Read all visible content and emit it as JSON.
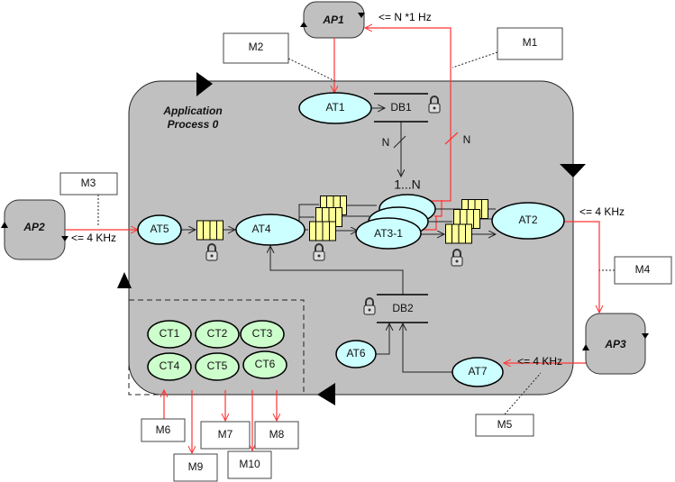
{
  "colors": {
    "container": "#c0c0c0",
    "agent": "#ccffff",
    "child": "#ccffcc",
    "queue": "#ffff99",
    "message_line": "#ff3333"
  },
  "main": {
    "title_line1": "Application",
    "title_line2": "Process 0"
  },
  "processes": {
    "ap1": "AP1",
    "ap2": "AP2",
    "ap3": "AP3"
  },
  "agents": {
    "at1": "AT1",
    "at2": "AT2",
    "at3": "AT3-1",
    "at4": "AT4",
    "at5": "AT5",
    "at6": "AT6",
    "at7": "AT7"
  },
  "databases": {
    "db1": "DB1",
    "db2": "DB2"
  },
  "children": [
    "CT1",
    "CT2",
    "CT3",
    "CT4",
    "CT5",
    "CT6"
  ],
  "messages": {
    "m1": "M1",
    "m2": "M2",
    "m3": "M3",
    "m4": "M4",
    "m5": "M5",
    "m6": "M6",
    "m7": "M7",
    "m8": "M8",
    "m9": "M9",
    "m10": "M10"
  },
  "rates": {
    "ap1": "<= N *1 Hz",
    "ap2": "<= 4 KHz",
    "at2": "<= 4 KHz",
    "ap3": "<= 4 KHz"
  },
  "multiplicity": {
    "db1_n": "N",
    "red_n": "N",
    "range": "1...N"
  },
  "icons": {
    "lock": "padlock-icon",
    "direction": "triangle-icon"
  }
}
